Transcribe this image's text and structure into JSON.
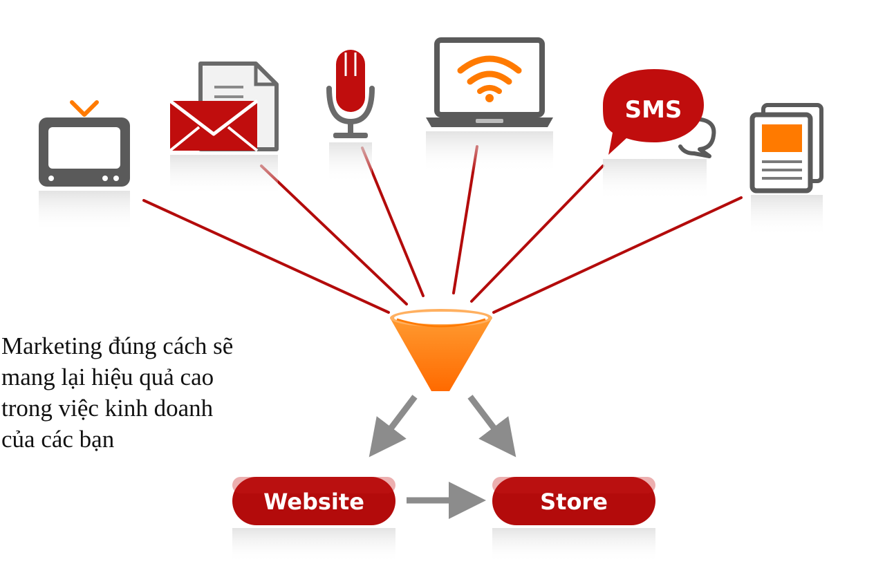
{
  "caption_lines": [
    "Marketing đúng cách sẽ",
    "mang lại hiệu quả cao",
    "trong việc kinh doanh",
    "của các bạn"
  ],
  "channels": [
    {
      "id": "tv",
      "icon": "tv-icon"
    },
    {
      "id": "email",
      "icon": "envelope-icon"
    },
    {
      "id": "radio",
      "icon": "microphone-icon"
    },
    {
      "id": "online",
      "icon": "laptop-wifi-icon"
    },
    {
      "id": "sms",
      "icon": "sms-bubble-icon",
      "label": "SMS"
    },
    {
      "id": "print",
      "icon": "newspaper-icon"
    }
  ],
  "destinations": {
    "website": "Website",
    "store": "Store"
  },
  "colors": {
    "line_red": "#b30b0b",
    "icon_red": "#c00d0d",
    "funnel_orange": "#ff7a00",
    "icon_gray": "#5a5a5a",
    "arrow_gray": "#8c8c8c"
  }
}
